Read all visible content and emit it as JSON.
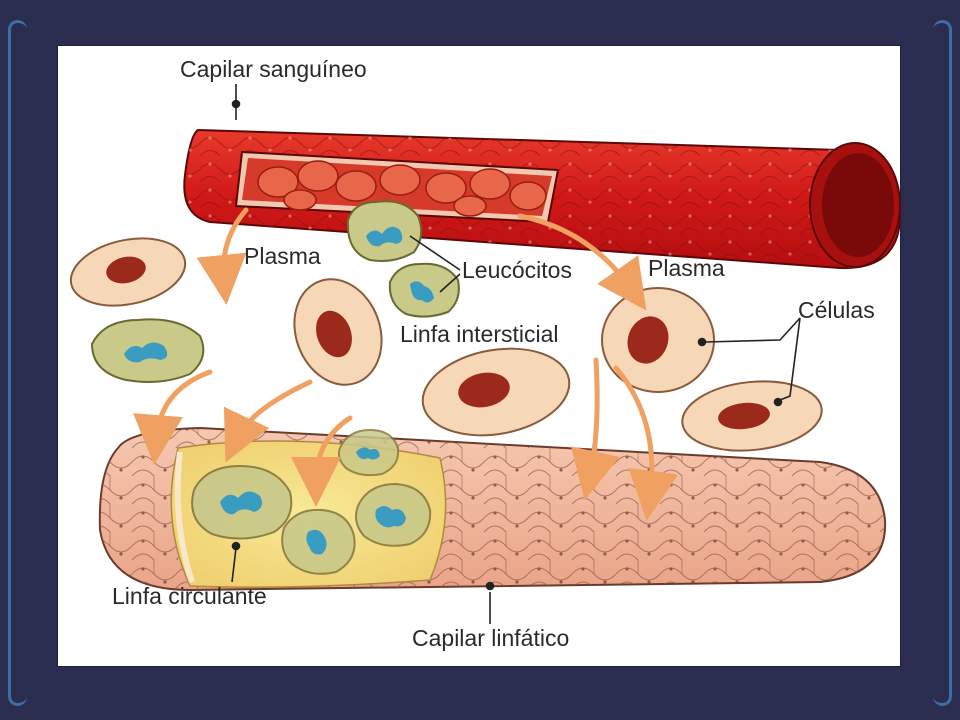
{
  "labels": {
    "capilar_sanguineo": "Capilar sanguíneo",
    "plasma_left": "Plasma",
    "leucocitos": "Leucócitos",
    "plasma_right": "Plasma",
    "celulas": "Células",
    "linfa_intersticial": "Linfa intersticial",
    "linfa_circulante": "Linfa circulante",
    "capilar_linfatico": "Capilar linfático"
  },
  "colors": {
    "background": "#2b2d50",
    "blood_capillary": "#d4141c",
    "red_blood_cell": "#e8664a",
    "tissue_cell": "#f6d8b8",
    "tissue_nucleus": "#9c2a1c",
    "leukocyte": "#c9c98a",
    "leukocyte_nucleus": "#3a9cc0",
    "lymph_capillary": "#f0b8a0",
    "lymph_fluid": "#f6e08a",
    "arrow": "#f0a060"
  }
}
